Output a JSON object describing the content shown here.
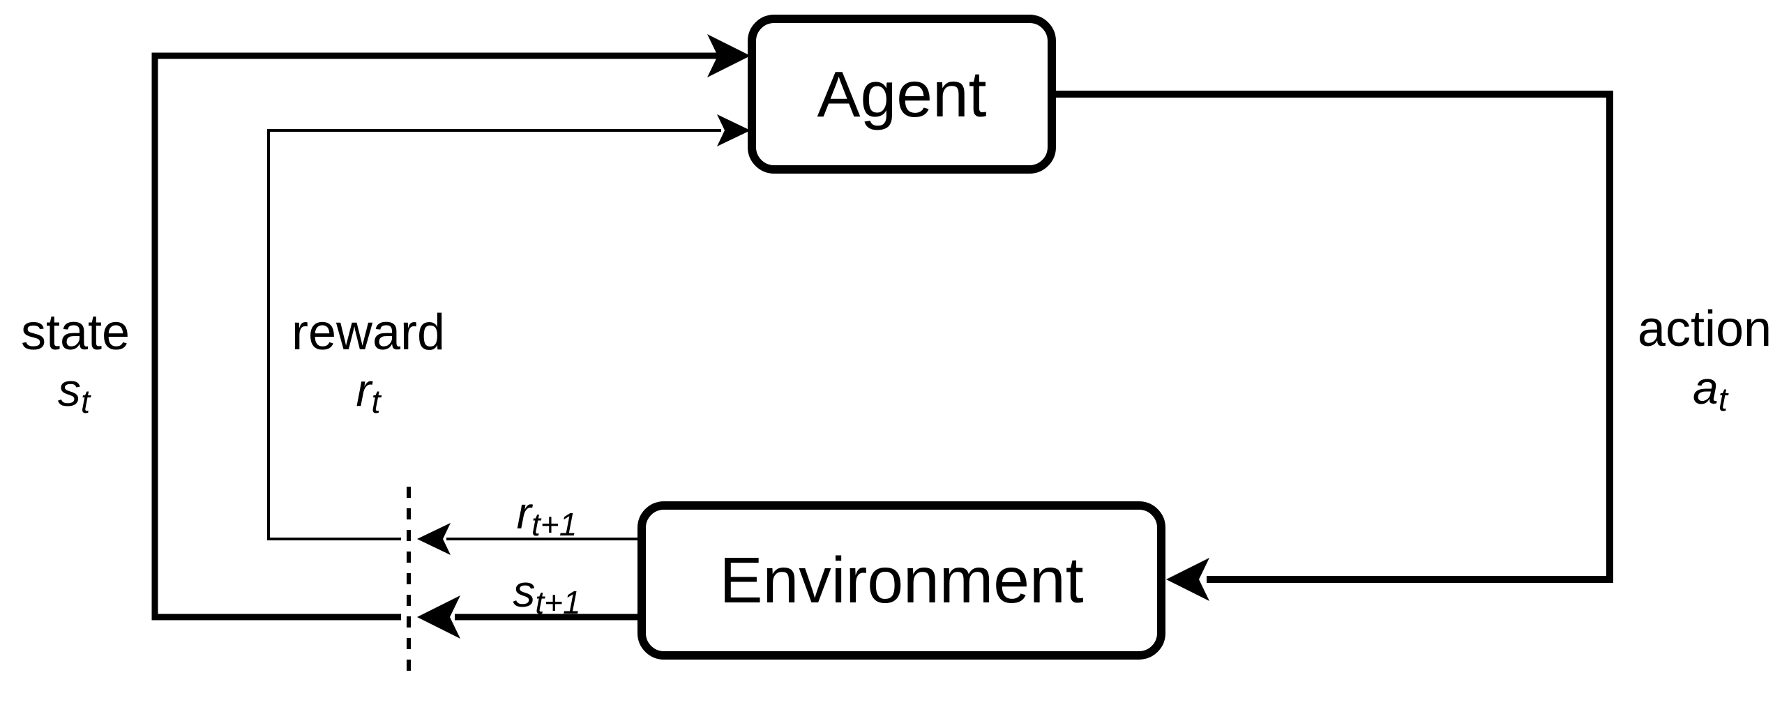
{
  "diagram": {
    "colors": {
      "background": "#ffffff",
      "stroke": "#000000",
      "text": "#000000"
    },
    "nodes": {
      "agent": {
        "label": "Agent"
      },
      "environment": {
        "label": "Environment"
      }
    },
    "edges": {
      "state": {
        "word": "state",
        "symbol": "s",
        "subscript": "t"
      },
      "reward": {
        "word": "reward",
        "symbol": "r",
        "subscript": "t"
      },
      "action": {
        "word": "action",
        "symbol": "a",
        "subscript": "t"
      },
      "next_reward": {
        "symbol": "r",
        "subscript": "t+1"
      },
      "next_state": {
        "symbol": "s",
        "subscript": "t+1"
      }
    }
  }
}
